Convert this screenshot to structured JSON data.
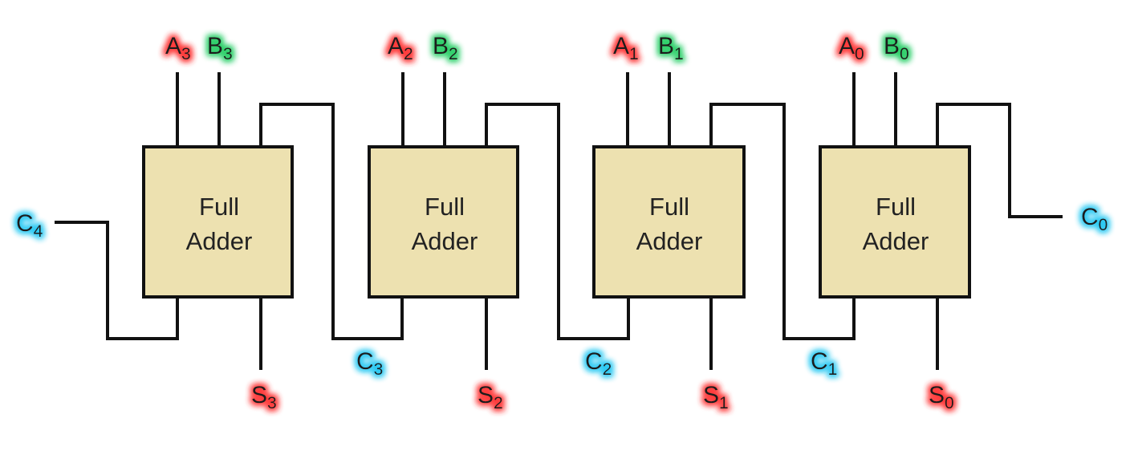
{
  "diagram": {
    "block_line1": "Full",
    "block_line2": "Adder",
    "stages": [
      {
        "a_base": "A",
        "a_sub": "3",
        "b_base": "B",
        "b_sub": "3",
        "s_base": "S",
        "s_sub": "3"
      },
      {
        "a_base": "A",
        "a_sub": "2",
        "b_base": "B",
        "b_sub": "2",
        "s_base": "S",
        "s_sub": "2"
      },
      {
        "a_base": "A",
        "a_sub": "1",
        "b_base": "B",
        "b_sub": "1",
        "s_base": "S",
        "s_sub": "1"
      },
      {
        "a_base": "A",
        "a_sub": "0",
        "b_base": "B",
        "b_sub": "0",
        "s_base": "S",
        "s_sub": "0"
      }
    ],
    "carries": [
      {
        "base": "C",
        "sub": "4"
      },
      {
        "base": "C",
        "sub": "3"
      },
      {
        "base": "C",
        "sub": "2"
      },
      {
        "base": "C",
        "sub": "1"
      },
      {
        "base": "C",
        "sub": "0"
      }
    ],
    "colors": {
      "a_inputs": "#ff3b3b",
      "b_inputs": "#2fcf6a",
      "carries": "#29c8f2",
      "sums": "#ff3b3b",
      "block_fill": "#ede1b0"
    }
  }
}
